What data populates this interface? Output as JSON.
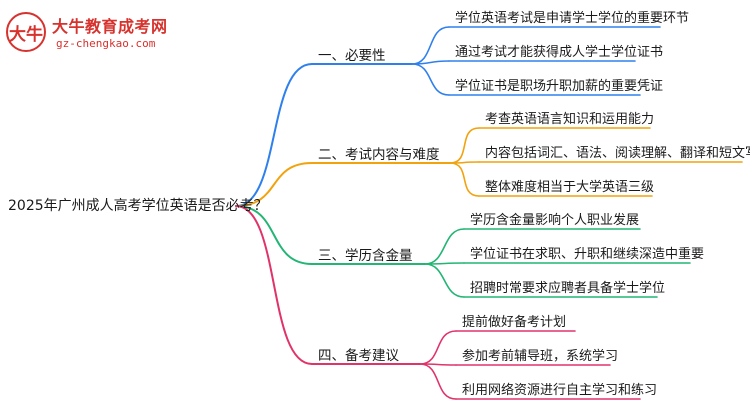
{
  "logo": {
    "icon_name": "bull-head-logo-icon",
    "glyph": "大牛",
    "title": "大牛教育成考网",
    "url": "gz-chengkao.com",
    "color": "#d7322d"
  },
  "mindmap": {
    "root": "2025年广州成人高考学位英语是否必考？",
    "branches": [
      {
        "label": "一、必要性",
        "color": "#2f80ed",
        "leaves": [
          "学位英语考试是申请学士学位的重要环节",
          "通过考试才能获得成人学士学位证书",
          "学位证书是职场升职加薪的重要凭证"
        ]
      },
      {
        "label": "二、考试内容与难度",
        "color": "#f2a20c",
        "leaves": [
          "考查英语语言知识和运用能力",
          "内容包括词汇、语法、阅读理解、翻译和短文写作",
          "整体难度相当于大学英语三级"
        ]
      },
      {
        "label": "三、学历含金量",
        "color": "#22b573",
        "leaves": [
          "学历含金量影响个人职业发展",
          "学位证书在求职、升职和继续深造中重要",
          "招聘时常要求应聘者具备学士学位"
        ]
      },
      {
        "label": "四、备考建议",
        "color": "#e0336a",
        "leaves": [
          "提前做好备考计划",
          "参加考前辅导班，系统学习",
          "利用网络资源进行自主学习和练习"
        ]
      }
    ]
  }
}
